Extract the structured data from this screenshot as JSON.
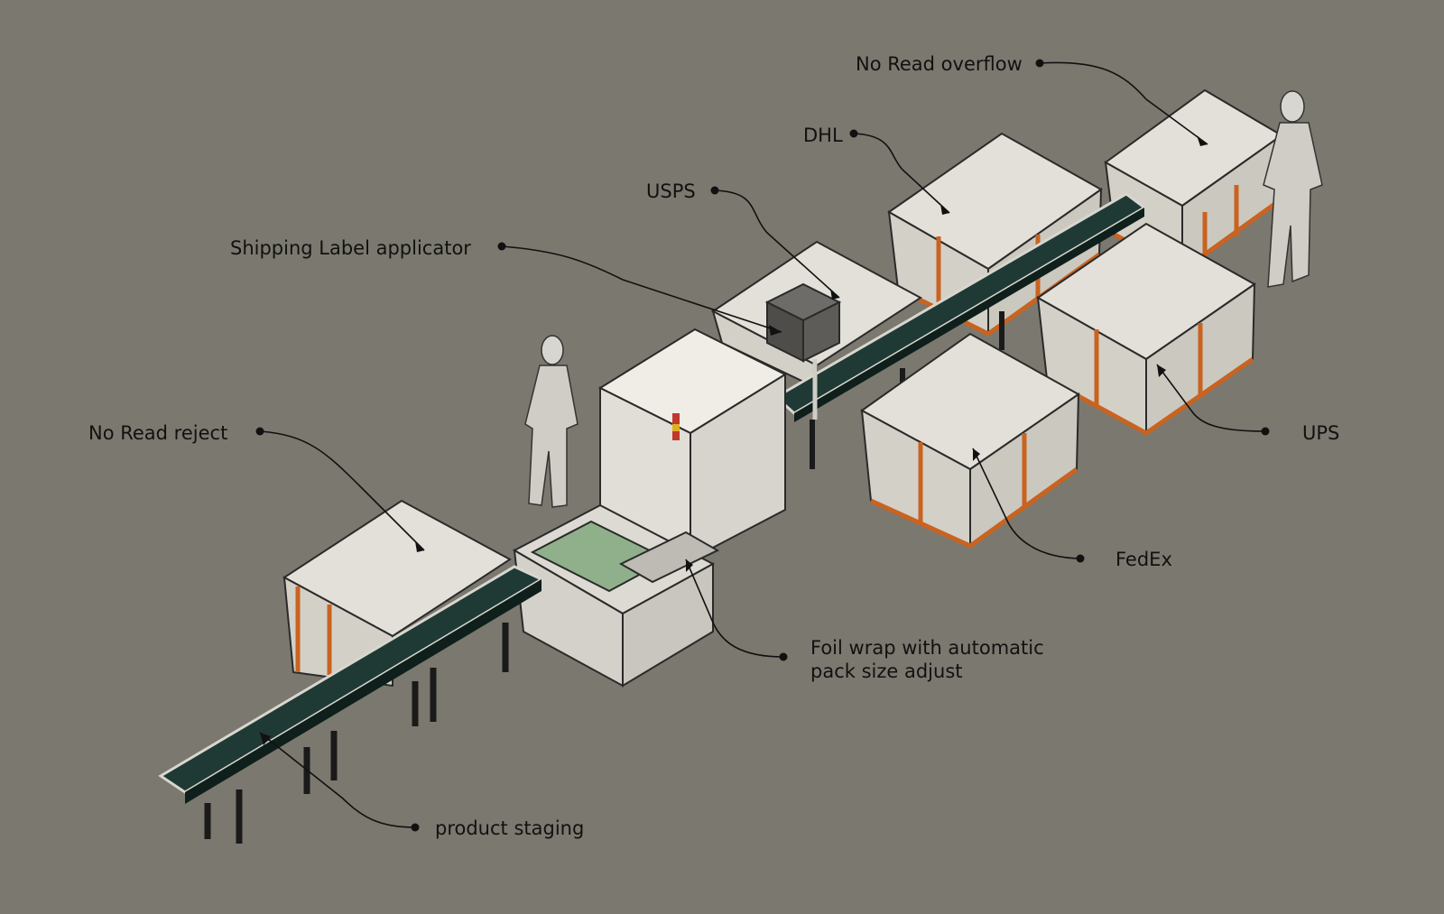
{
  "colors": {
    "background": "#7b786f",
    "belt": "#1f3a34",
    "belt_edge": "#d9d6cf",
    "bin_panel": "#d3d0c8",
    "bin_frame": "#c9631f",
    "machine": "#e8e6df",
    "frame_black": "#1a1a1a",
    "leader": "#111111",
    "label_box": "#55534f",
    "infeed_belt": "#8fb08a"
  },
  "labels": {
    "no_read_overflow": "No Read overflow",
    "dhl": "DHL",
    "usps": "USPS",
    "shipping_label_applicator": "Shipping Label applicator",
    "no_read_reject": "No Read reject",
    "ups": "UPS",
    "fedex": "FedEx",
    "foil_wrap": "Foil wrap with automatic\npack size adjust",
    "product_staging": "product staging"
  }
}
